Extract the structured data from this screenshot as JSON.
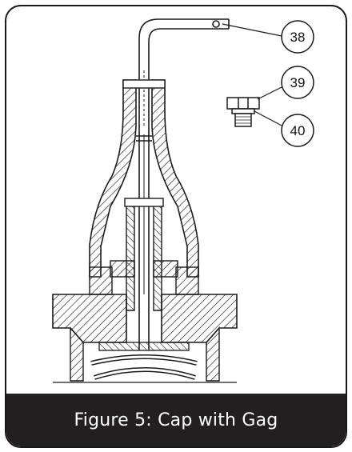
{
  "figure": {
    "caption": "Figure 5: Cap with Gag",
    "callouts": [
      {
        "id": "38",
        "label": "38"
      },
      {
        "id": "39",
        "label": "39"
      },
      {
        "id": "40",
        "label": "40"
      }
    ]
  },
  "colors": {
    "frame_border": "#1a1a1a",
    "caption_bg": "#231f20",
    "caption_text": "#ffffff",
    "line": "#1a1a1a"
  }
}
